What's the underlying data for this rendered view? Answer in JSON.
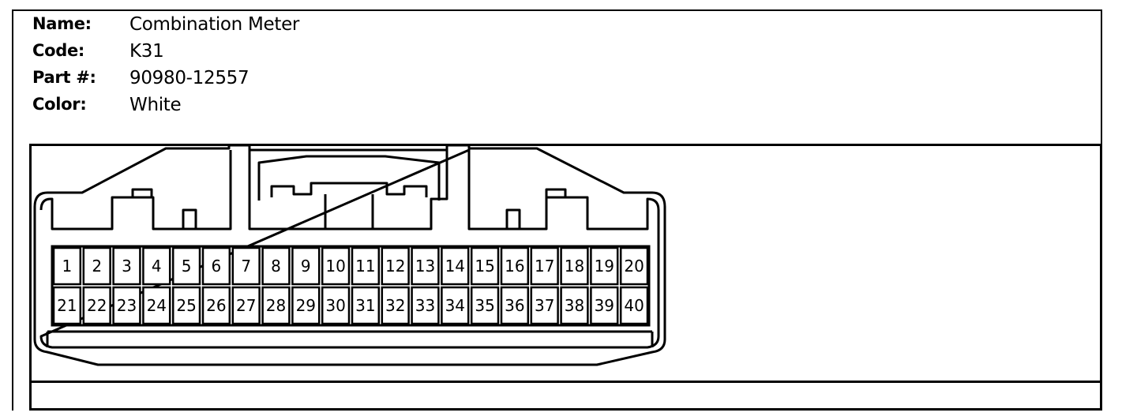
{
  "info": {
    "name_label": "Name:",
    "name_value": "Combination Meter",
    "code_label": "Code:",
    "code_value": "K31",
    "part_label": "Part #:",
    "part_value": "90980-12557",
    "color_label": "Color:",
    "color_value": "White"
  },
  "connector": {
    "row1": [
      "1",
      "2",
      "3",
      "4",
      "5",
      "6",
      "7",
      "8",
      "9",
      "10",
      "11",
      "12",
      "13",
      "14",
      "15",
      "16",
      "17",
      "18",
      "19",
      "20"
    ],
    "row2": [
      "21",
      "22",
      "23",
      "24",
      "25",
      "26",
      "27",
      "28",
      "29",
      "30",
      "31",
      "32",
      "33",
      "34",
      "35",
      "36",
      "37",
      "38",
      "39",
      "40"
    ]
  }
}
